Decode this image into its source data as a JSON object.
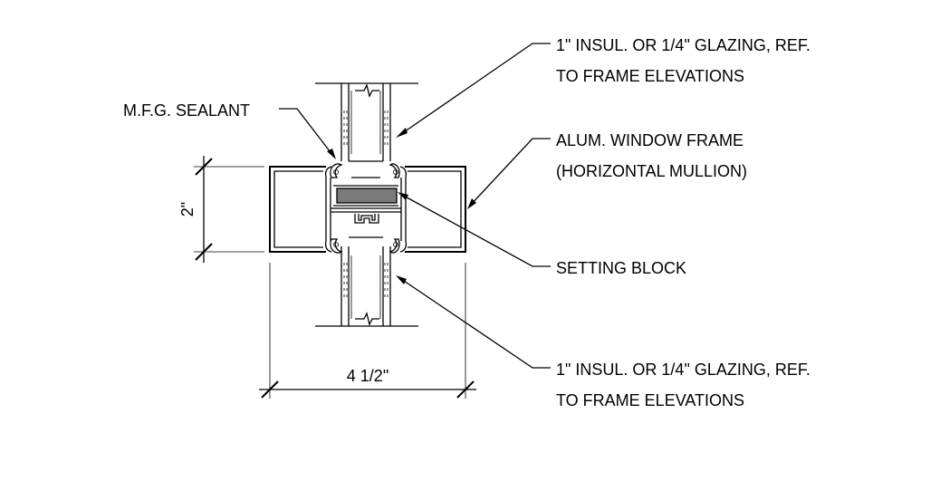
{
  "labels": {
    "glazing_top_line1": "1\" INSUL. OR 1/4\" GLAZING, REF.",
    "glazing_top_line2": "TO FRAME ELEVATIONS",
    "sealant": "M.F.G. SEALANT",
    "frame_line1": "ALUM. WINDOW FRAME",
    "frame_line2": "(HORIZONTAL MULLION)",
    "setting_block": "SETTING BLOCK",
    "glazing_bottom_line1": "1\" INSUL. OR 1/4\" GLAZING, REF.",
    "glazing_bottom_line2": "TO FRAME ELEVATIONS"
  },
  "dimensions": {
    "height": "2\"",
    "width": "4 1/2\""
  },
  "colors": {
    "line": "#000000",
    "setting_block_fill": "#7a7a7a"
  }
}
